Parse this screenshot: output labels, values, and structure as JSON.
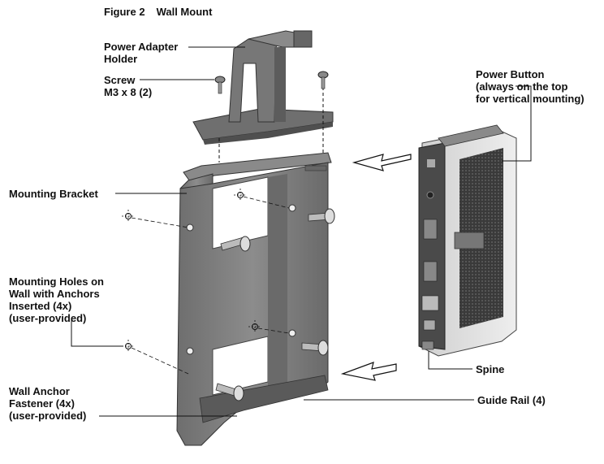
{
  "figure": {
    "number": "Figure 2",
    "title": "Wall Mount"
  },
  "callouts": {
    "power_adapter_holder": [
      "Power Adapter",
      "Holder"
    ],
    "screw": [
      "Screw",
      "M3 x 8 (2)"
    ],
    "power_button": [
      "Power Button",
      "(always on the top",
      "for vertical mounting)"
    ],
    "mounting_bracket": [
      "Mounting Bracket"
    ],
    "mounting_holes": [
      "Mounting Holes on",
      "Wall with Anchors",
      "Inserted (4x)",
      "(user-provided)"
    ],
    "wall_anchor_fastener": [
      "Wall Anchor",
      "Fastener (4x)",
      "(user-provided)"
    ],
    "spine": [
      "Spine"
    ],
    "guide_rail": [
      "Guide Rail (4)"
    ]
  },
  "colors": {
    "line": "#111111",
    "metal": "#7d7d7d",
    "metal_dark": "#555555",
    "device_body": "#dcdcdc",
    "device_side": "#4a4a4a"
  }
}
